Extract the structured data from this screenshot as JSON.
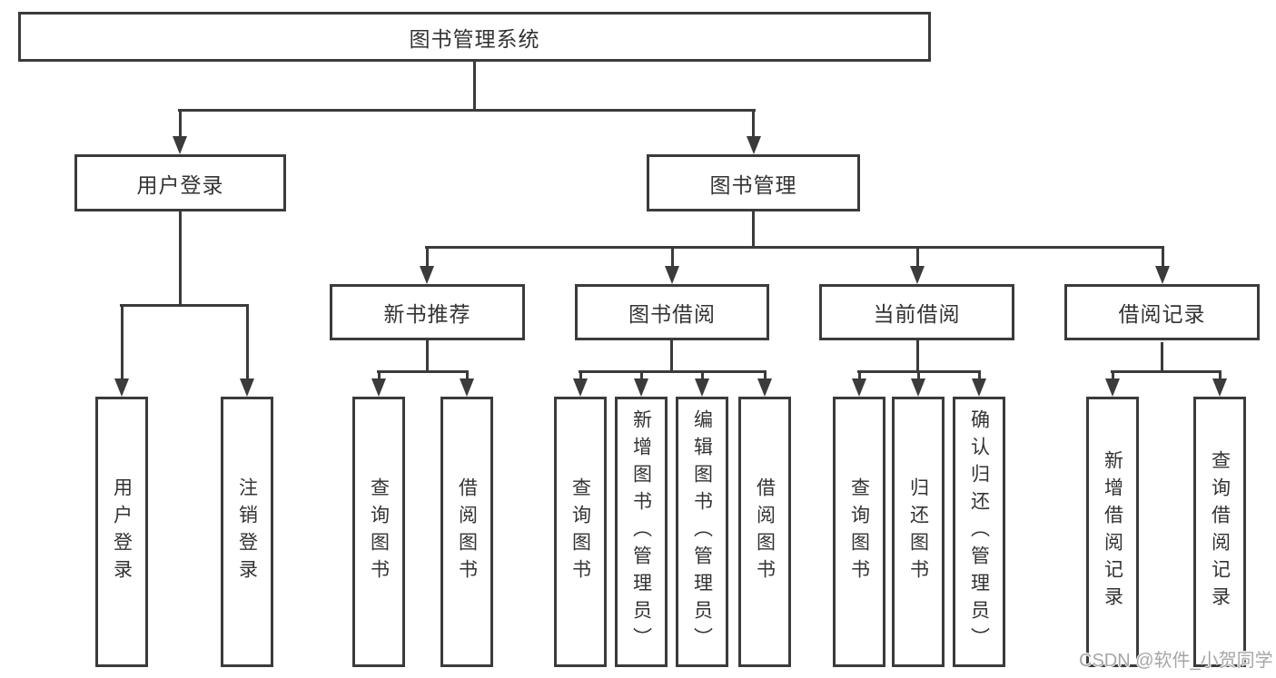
{
  "diagram_title": "图书管理系统",
  "watermark": "CSDN @软件_小贺同学",
  "colors": {
    "line": "#3b3b3b",
    "text": "#333333",
    "watermark": "#a6a6a6",
    "background": "#ffffff"
  },
  "tree": {
    "root": {
      "label": "图书管理系统"
    },
    "level2": [
      {
        "label": "用户登录",
        "parent": "图书管理系统"
      },
      {
        "label": "图书管理",
        "parent": "图书管理系统"
      }
    ],
    "level3": [
      {
        "label": "新书推荐",
        "parent": "图书管理"
      },
      {
        "label": "图书借阅",
        "parent": "图书管理"
      },
      {
        "label": "当前借阅",
        "parent": "图书管理"
      },
      {
        "label": "借阅记录",
        "parent": "图书管理"
      }
    ],
    "leaves": [
      {
        "label": "用户登录",
        "parent": "用户登录"
      },
      {
        "label": "注销登录",
        "parent": "用户登录"
      },
      {
        "label": "查询图书",
        "parent": "新书推荐"
      },
      {
        "label": "借阅图书",
        "parent": "新书推荐"
      },
      {
        "label": "查询图书",
        "parent": "图书借阅"
      },
      {
        "label": "新增图书（管理员）",
        "parent": "图书借阅"
      },
      {
        "label": "编辑图书（管理员）",
        "parent": "图书借阅"
      },
      {
        "label": "借阅图书",
        "parent": "图书借阅"
      },
      {
        "label": "查询图书",
        "parent": "当前借阅"
      },
      {
        "label": "归还图书",
        "parent": "当前借阅"
      },
      {
        "label": "确认归还（管理员）",
        "parent": "当前借阅"
      },
      {
        "label": "新增借阅记录",
        "parent": "借阅记录"
      },
      {
        "label": "查询借阅记录",
        "parent": "借阅记录"
      }
    ]
  }
}
